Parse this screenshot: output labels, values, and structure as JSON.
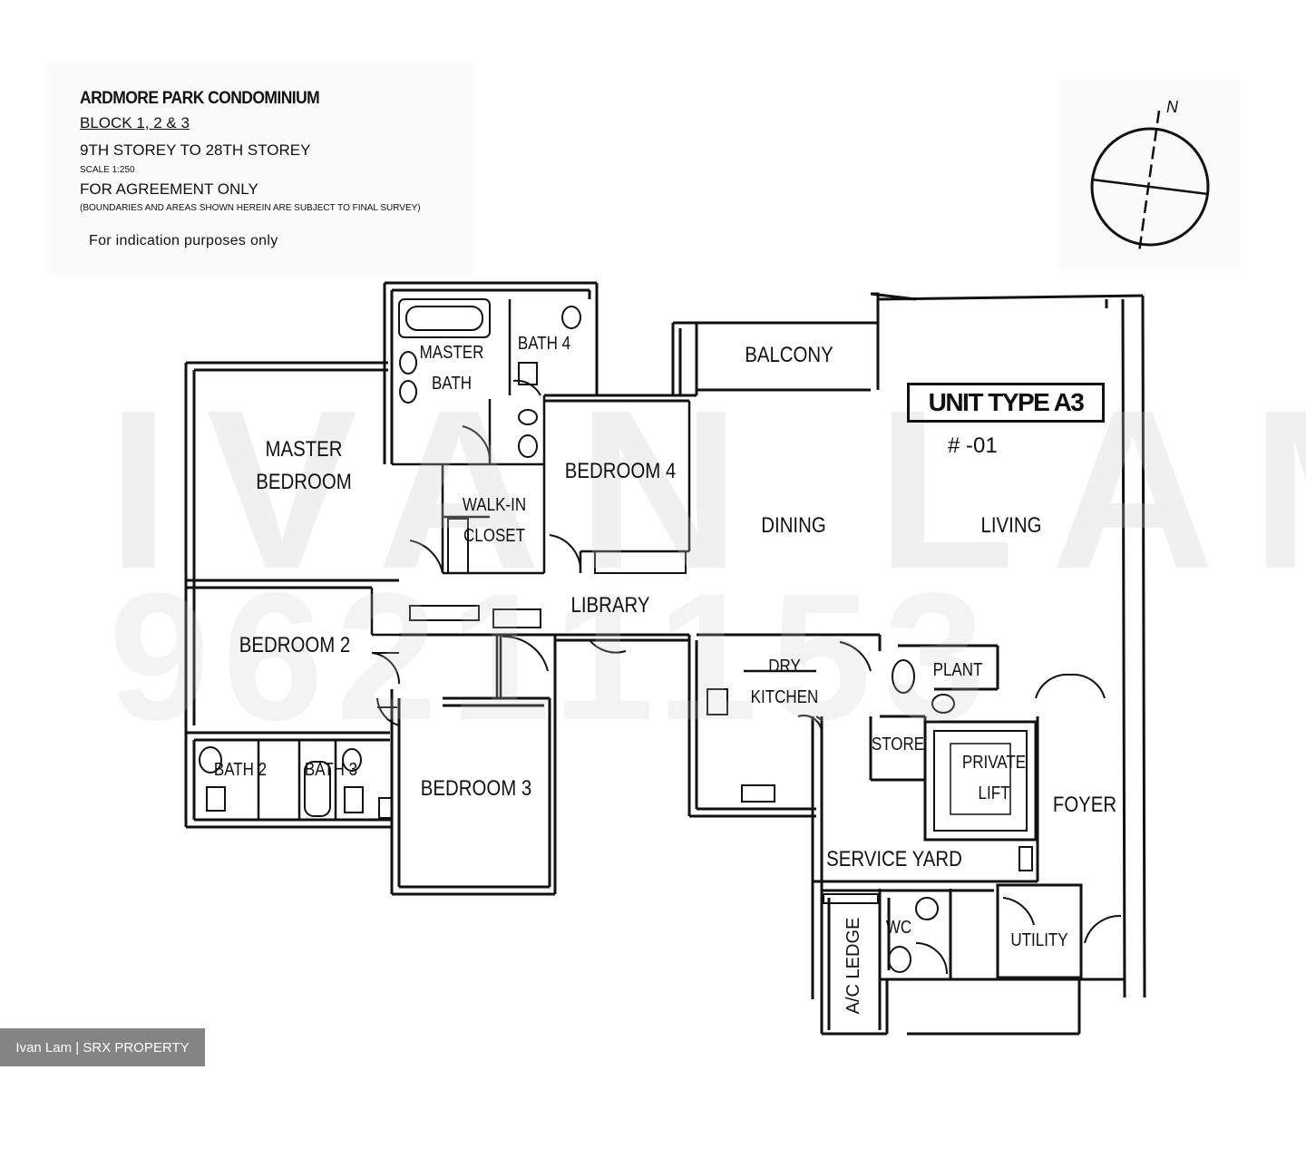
{
  "header": {
    "project": "ARDMORE PARK CONDOMINIUM",
    "block": "BLOCK 1, 2 & 3",
    "storey": "9TH STOREY TO 28TH STOREY",
    "scale": "SCALE 1:250",
    "agreement": "FOR AGREEMENT ONLY",
    "boundaries": "(BOUNDARIES AND AREAS SHOWN HEREIN ARE SUBJECT TO FINAL SURVEY)",
    "indication": "For indication purposes only"
  },
  "compass": {
    "label": "N"
  },
  "unit": {
    "type_label": "UNIT TYPE A3",
    "number": "# -01"
  },
  "rooms": {
    "master_bath_1": "MASTER",
    "master_bath_2": "BATH",
    "bath_4": "BATH 4",
    "balcony": "BALCONY",
    "master_bedroom_1": "MASTER",
    "master_bedroom_2": "BEDROOM",
    "walk_in_1": "WALK-IN",
    "walk_in_2": "CLOSET",
    "bedroom_4": "BEDROOM 4",
    "dining": "DINING",
    "living": "LIVING",
    "library": "LIBRARY",
    "bedroom_2": "BEDROOM 2",
    "kitchen_1": "DRY",
    "kitchen_2": "KITCHEN",
    "plant": "PLANT",
    "store": "STORE",
    "private_lift_1": "PRIVATE",
    "private_lift_2": "LIFT",
    "foyer": "FOYER",
    "bath_2": "BATH 2",
    "bath_3": "BATH 3",
    "bedroom_3": "BEDROOM 3",
    "service_yard": "SERVICE YARD",
    "wc": "WC",
    "utility": "UTILITY",
    "ac_ledge": "A/C LEDGE"
  },
  "watermark": {
    "line1": "IVAN LAM",
    "line2": "96211153"
  },
  "credit": {
    "text": "Ivan Lam | SRX PROPERTY"
  }
}
